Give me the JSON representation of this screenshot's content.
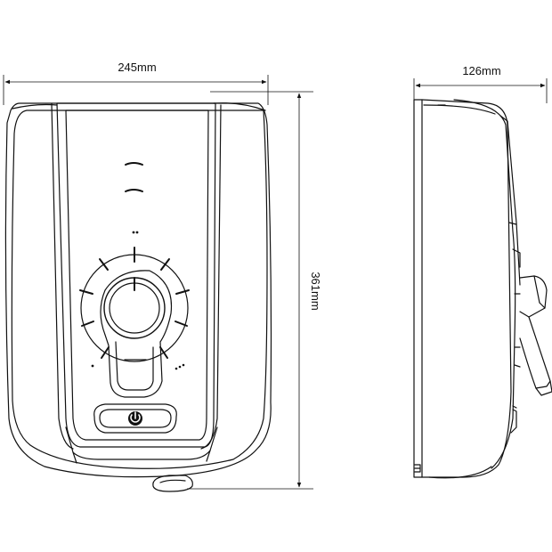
{
  "dimensions": {
    "width": "245mm",
    "height": "361mm",
    "depth": "126mm"
  },
  "icons": {
    "power_button": "power-icon",
    "temperature_dial": "dial-knob-icon"
  },
  "colors": {
    "line": "#111111",
    "background": "#ffffff"
  }
}
